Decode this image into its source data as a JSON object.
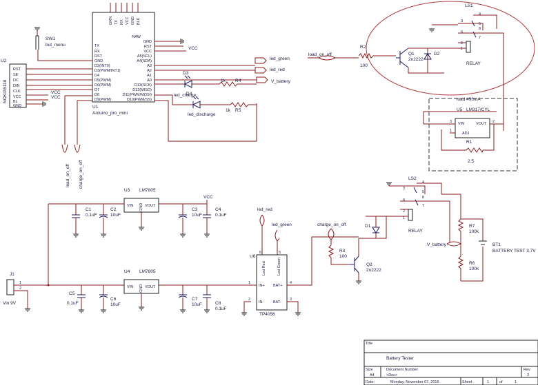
{
  "components": {
    "u2": {
      "ref": "U2",
      "name": "NOKIA5110",
      "pins": [
        "RST",
        "SE",
        "DC",
        "DIN",
        "CLK",
        "VCC",
        "BL",
        "GND"
      ]
    },
    "sw1": {
      "ref": "SW1",
      "name": "but_menu"
    },
    "u1": {
      "ref": "U1",
      "name": "Arduino_pro_mini",
      "top_pins": [
        "GRN",
        "TX",
        "RX",
        "VCC",
        "GND",
        "BLK"
      ],
      "left_pins": [
        "TX",
        "RX",
        "RST",
        "GND",
        "D2(INT0)",
        "D3(PWM/INT1)",
        "D4",
        "D5(PWM)",
        "D6(PWM)",
        "D7",
        "D8",
        "D9(PWM)"
      ],
      "right_pins": [
        "RAW",
        "GND",
        "RST",
        "VCC",
        "A5(SCL)",
        "A4(SDA)",
        "A3",
        "A2",
        "A1",
        "A0",
        "D13(SCK)",
        "D12(MISO)",
        "D11(PWM/MOSI)",
        "D10(PWM/SS)"
      ]
    },
    "ls1": {
      "ref": "LS1",
      "name": "RELAY"
    },
    "ls2": {
      "ref": "LS2",
      "name": "RELAY"
    },
    "r2": {
      "ref": "R2",
      "value": "100"
    },
    "q1": {
      "ref": "Q1",
      "value": "2n2222"
    },
    "d2": {
      "ref": "D2"
    },
    "d3": {
      "ref": "D3",
      "name": "led_charge"
    },
    "d4": {
      "ref": "D4",
      "name": "led_discharge"
    },
    "r4": {
      "ref": "R4",
      "value": "1k"
    },
    "r5": {
      "ref": "R5",
      "value": "1k"
    },
    "u5": {
      "ref": "U5",
      "name": "LM317/CYL",
      "note": "load 490mA",
      "pins": [
        "VIN",
        "VOUT",
        "ADJ"
      ]
    },
    "r1": {
      "ref": "R1",
      "value": "2.5"
    },
    "u3": {
      "ref": "U3",
      "name": "LM7805",
      "pins": [
        "VIN",
        "VOUT",
        "GND"
      ]
    },
    "u4": {
      "ref": "U4",
      "name": "LM7805",
      "pins": [
        "VIN",
        "VOUT",
        "GND"
      ]
    },
    "c1": {
      "ref": "C1",
      "value": "0.1uF"
    },
    "c2": {
      "ref": "C2",
      "value": "10uF"
    },
    "c3": {
      "ref": "C3",
      "value": "10uF"
    },
    "c4": {
      "ref": "C4",
      "value": "0.1uF"
    },
    "c5": {
      "ref": "C5",
      "value": "0.1uF"
    },
    "c6": {
      "ref": "C6",
      "value": "10uF"
    },
    "c7": {
      "ref": "C7",
      "value": "10uF"
    },
    "c8": {
      "ref": "C8",
      "value": "0.1uF"
    },
    "j1": {
      "ref": "J1",
      "name": "Vin 9V"
    },
    "u6": {
      "ref": "U6",
      "name": "TP4056",
      "pins": [
        "Led Red",
        "Led Green",
        "IN+",
        "BAT+",
        "IN-",
        "BAT-"
      ]
    },
    "r3": {
      "ref": "R3",
      "value": "100"
    },
    "q2": {
      "ref": "Q2",
      "value": "2n2222"
    },
    "d1": {
      "ref": "D1"
    },
    "r6": {
      "ref": "R6",
      "value": "100k"
    },
    "r7": {
      "ref": "R7",
      "value": "100k"
    },
    "bt1": {
      "ref": "BT1",
      "name": "BATTERY TEST 3.7V"
    }
  },
  "nets": {
    "vcc": "VCC",
    "led_green": "led_green",
    "led_red": "led_red",
    "v_battery": "V_battery",
    "load_on_off": "load_on_off",
    "charge_on_off": "charge_on_off"
  },
  "title_block": {
    "title_label": "Title",
    "title": "Battery Tester",
    "size_label": "Size",
    "size": "A4",
    "docnum_label": "Document Number",
    "docnum": "<Doc>",
    "rev_label": "Rev",
    "rev": "2",
    "date_label": "Date:",
    "date": "Monday, November 07, 2016",
    "sheet_label": "Sheet",
    "sheet": "1",
    "of_label": "of",
    "of": "1"
  }
}
